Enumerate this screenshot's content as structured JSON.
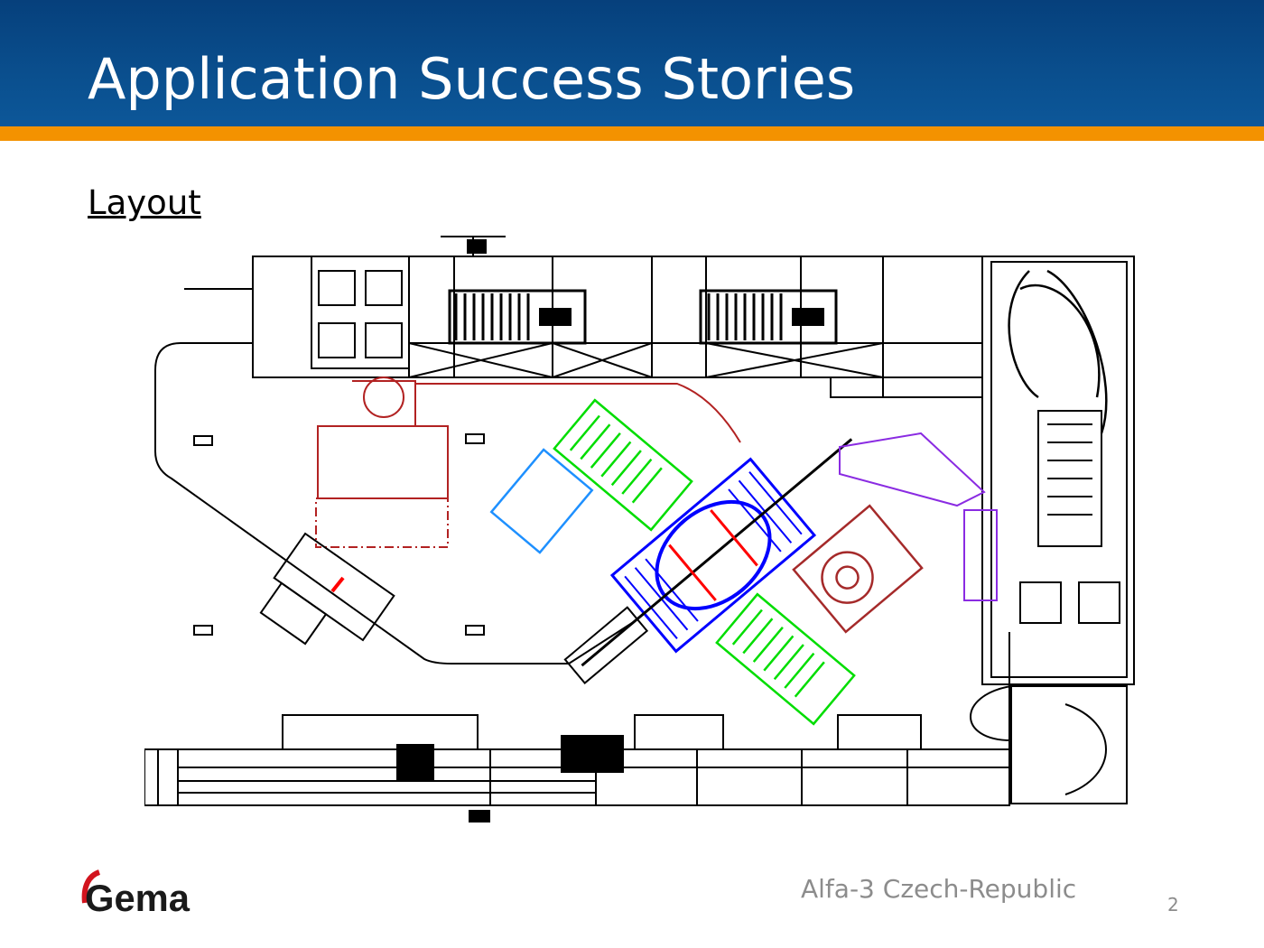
{
  "header": {
    "title": "Application Success Stories"
  },
  "content": {
    "subtitle": "Layout"
  },
  "footer": {
    "logo_text": "Gema",
    "caption": "Alfa-3 Czech-Republic",
    "page_number": "2"
  },
  "colors": {
    "header_blue": "#0a4f8e",
    "accent_orange": "#f39200",
    "footer_gray": "#8c8c8c",
    "logo_red": "#d2141e"
  }
}
